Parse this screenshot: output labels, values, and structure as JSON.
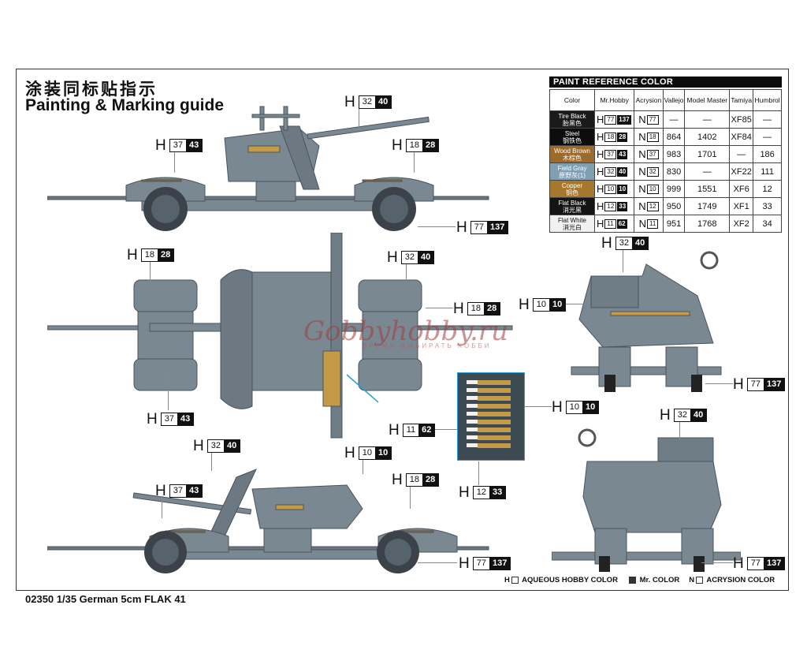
{
  "header": {
    "title_cn": "涂装同标贴指示",
    "title_en": "Painting & Marking guide"
  },
  "footer": {
    "product": "02350 1/35 German 5cm FLAK 41"
  },
  "colors": {
    "gun_gray": "#6f7d87",
    "gun_light": "#8c9aa4",
    "wheel_dark": "#3b4249",
    "brass": "#c59a46",
    "leader_cyan": "#2a9fd6",
    "tire_black": "#1a1a1a",
    "steel": "#0d0d0d",
    "wood_brown": "#9c6a2a",
    "field_gray": "#7f9fb3",
    "copper": "#a5782d",
    "flat_black": "#141414",
    "flat_white": "#f1f1f1"
  },
  "paint_table": {
    "title": "PAINT  REFERENCE COLOR",
    "columns": [
      "Color",
      "Mr.Hobby",
      "Acrysion",
      "Vallejo",
      "Model Master",
      "Tamiya",
      "Humbrol"
    ],
    "rows": [
      {
        "name_en": "Tire Black",
        "name_cn": "胎黑色",
        "swatch": "#1a1a1a",
        "text": "#ffffff",
        "h1": "77",
        "h2": "137",
        "n": "77",
        "vallejo": "—",
        "model_master": "—",
        "tamiya": "XF85",
        "humbrol": "—"
      },
      {
        "name_en": "Steel",
        "name_cn": "钢铁色",
        "swatch": "#0d0d0d",
        "text": "#ffffff",
        "h1": "18",
        "h2": "28",
        "n": "18",
        "vallejo": "864",
        "model_master": "1402",
        "tamiya": "XF84",
        "humbrol": "—"
      },
      {
        "name_en": "Wood Brown",
        "name_cn": "木棕色",
        "swatch": "#9c6a2a",
        "text": "#ffffff",
        "h1": "37",
        "h2": "43",
        "n": "37",
        "vallejo": "983",
        "model_master": "1701",
        "tamiya": "—",
        "humbrol": "186"
      },
      {
        "name_en": "Field Gray",
        "name_cn": "原野灰(1)",
        "swatch": "#7f9fb3",
        "text": "#ffffff",
        "h1": "32",
        "h2": "40",
        "n": "32",
        "vallejo": "830",
        "model_master": "—",
        "tamiya": "XF22",
        "humbrol": "111"
      },
      {
        "name_en": "Copper",
        "name_cn": "铜色",
        "swatch": "#a5782d",
        "text": "#ffffff",
        "h1": "10",
        "h2": "10",
        "n": "10",
        "vallejo": "999",
        "model_master": "1551",
        "tamiya": "XF6",
        "humbrol": "12"
      },
      {
        "name_en": "Flat Black",
        "name_cn": "消光黑",
        "swatch": "#141414",
        "text": "#ffffff",
        "h1": "12",
        "h2": "33",
        "n": "12",
        "vallejo": "950",
        "model_master": "1749",
        "tamiya": "XF1",
        "humbrol": "33"
      },
      {
        "name_en": "Flat White",
        "name_cn": "消光白",
        "swatch": "#f1f1f1",
        "text": "#111111",
        "h1": "11",
        "h2": "62",
        "n": "11",
        "vallejo": "951",
        "model_master": "1768",
        "tamiya": "XF2",
        "humbrol": "34"
      }
    ]
  },
  "legend": {
    "h_label": "H",
    "aqueous": "AQUEOUS HOBBY COLOR",
    "mr_color": "Mr. COLOR",
    "n_label": "N",
    "acrysion": "ACRYSION COLOR"
  },
  "callouts": [
    {
      "id": "side1-barrel",
      "h": "H",
      "a": "32",
      "b": "40"
    },
    {
      "id": "side1-left-fender",
      "h": "H",
      "a": "37",
      "b": "43"
    },
    {
      "id": "side1-right-fender",
      "h": "H",
      "a": "18",
      "b": "28"
    },
    {
      "id": "side1-tire",
      "h": "H",
      "a": "77",
      "b": "137"
    },
    {
      "id": "top-left-upper",
      "h": "H",
      "a": "18",
      "b": "28"
    },
    {
      "id": "top-right-upper",
      "h": "H",
      "a": "32",
      "b": "40"
    },
    {
      "id": "top-right-mid",
      "h": "H",
      "a": "18",
      "b": "28"
    },
    {
      "id": "top-left-lower",
      "h": "H",
      "a": "37",
      "b": "43"
    },
    {
      "id": "ammo-copper",
      "h": "H",
      "a": "10",
      "b": "10"
    },
    {
      "id": "ammo-white",
      "h": "H",
      "a": "11",
      "b": "62"
    },
    {
      "id": "ammo-black",
      "h": "H",
      "a": "12",
      "b": "33"
    },
    {
      "id": "front-shield",
      "h": "H",
      "a": "32",
      "b": "40"
    },
    {
      "id": "front-ammo",
      "h": "H",
      "a": "10",
      "b": "10"
    },
    {
      "id": "front-tire",
      "h": "H",
      "a": "77",
      "b": "137"
    },
    {
      "id": "side2-shield",
      "h": "H",
      "a": "32",
      "b": "40"
    },
    {
      "id": "side2-breech",
      "h": "H",
      "a": "10",
      "b": "10"
    },
    {
      "id": "side2-left-fender",
      "h": "H",
      "a": "37",
      "b": "43"
    },
    {
      "id": "side2-right-fender",
      "h": "H",
      "a": "18",
      "b": "28"
    },
    {
      "id": "side2-tire",
      "h": "H",
      "a": "77",
      "b": "137"
    },
    {
      "id": "rear-shield",
      "h": "H",
      "a": "32",
      "b": "40"
    },
    {
      "id": "rear-tire",
      "h": "H",
      "a": "77",
      "b": "137"
    }
  ],
  "watermark": {
    "text": "Gobbyhobby.ru",
    "sub": "ВРЕМЯ ВЫБИРАТЬ ХОББИ"
  }
}
